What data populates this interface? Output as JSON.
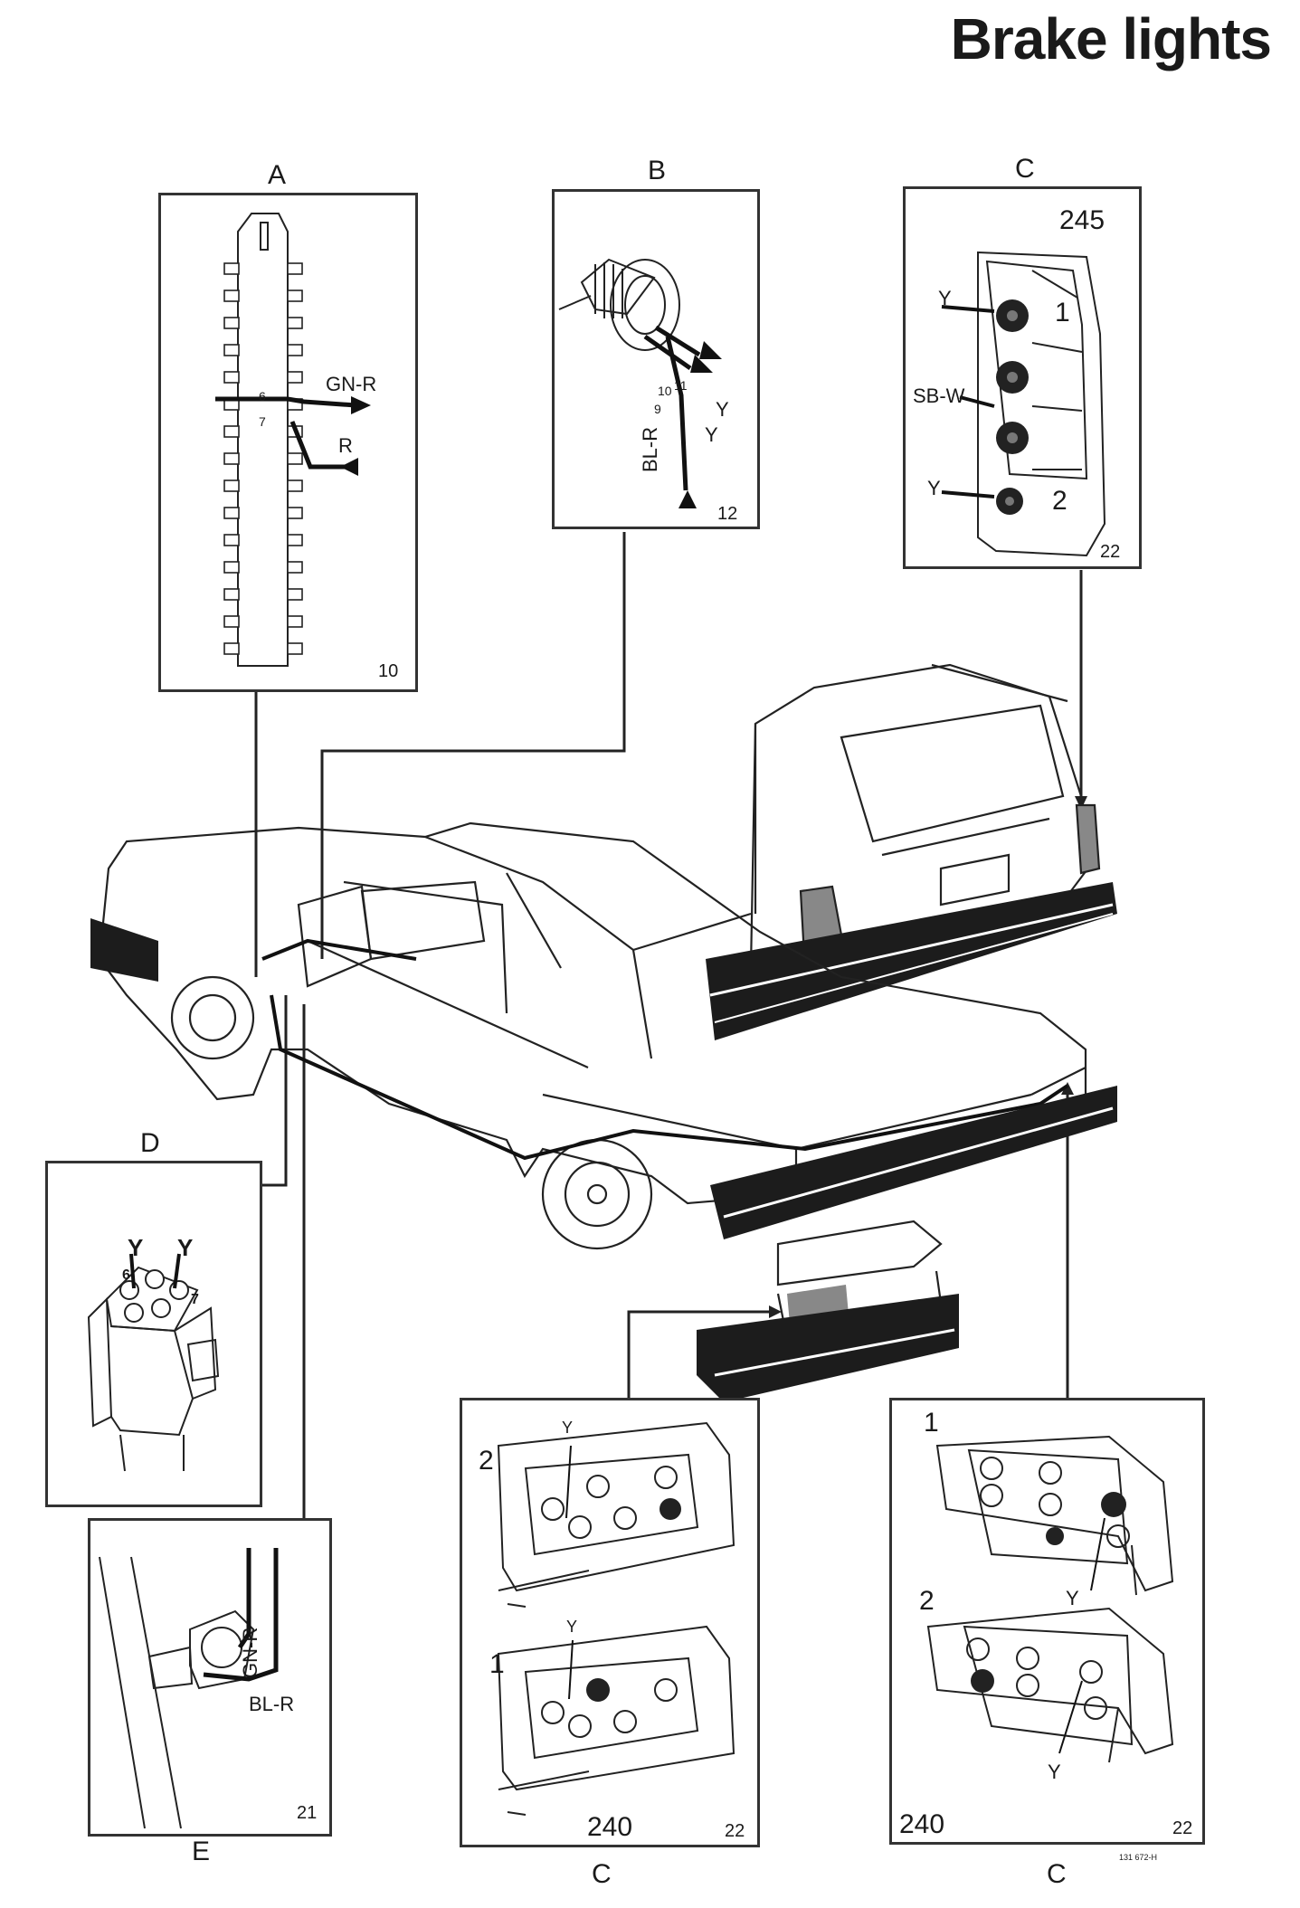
{
  "title": "Brake lights",
  "panels": {
    "A": {
      "label": "A",
      "num": "10",
      "wire1": "GN-R",
      "wire2": "R",
      "pin6": "6",
      "pin7": "7"
    },
    "B": {
      "label": "B",
      "num": "12",
      "wire_y1": "Y",
      "wire_y2": "Y",
      "wire_blr": "BL-R",
      "pin9": "9",
      "pin10": "10",
      "pin11": "11"
    },
    "C_top": {
      "label": "C",
      "model": "245",
      "num": "22",
      "w_y1": "Y",
      "w_sbw": "SB-W",
      "w_y2": "Y",
      "lamp1": "1",
      "lamp2": "2"
    },
    "D": {
      "label": "D",
      "y1": "Y",
      "y2": "Y",
      "pin6": "6",
      "pin7": "7"
    },
    "E": {
      "label": "E",
      "num": "21",
      "w_gnr": "GN-R",
      "w_blr": "BL-R"
    },
    "C_mid": {
      "label": "C",
      "model": "240",
      "num": "22",
      "n2": "2",
      "n1": "1",
      "y_top": "Y",
      "y_bot": "Y"
    },
    "C_right": {
      "label": "C",
      "model": "240",
      "num": "22",
      "n1": "1",
      "n2": "2",
      "y_top": "Y",
      "y_bot": "Y"
    }
  },
  "ref_code": "131 672-H"
}
